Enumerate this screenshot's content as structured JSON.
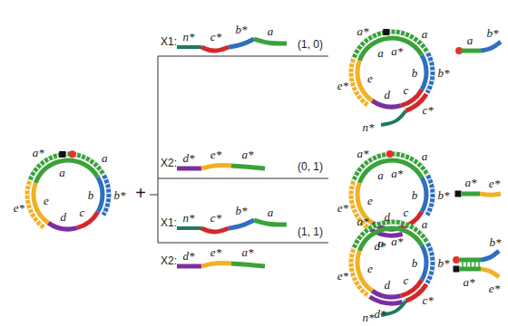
{
  "diagram": {
    "labels": [
      "+",
      "a*",
      "a",
      "a",
      "e*",
      "e",
      "b",
      "b*",
      "d",
      "c",
      "X1:",
      "n*",
      "c*",
      "b*",
      "a",
      "(1, 0)",
      "X2:",
      "d*",
      "e*",
      "a*",
      "(0, 1)",
      "X1:",
      "n*",
      "c*",
      "b*",
      "a",
      "X2:",
      "d*",
      "e*",
      "a*",
      "(1, 1)",
      "a*",
      "a",
      "a",
      "a*",
      "e*",
      "e",
      "b",
      "b*",
      "d",
      "c",
      "c*",
      "n*",
      "a",
      "b*",
      "a*",
      "a",
      "a",
      "a*",
      "e*",
      "e",
      "b",
      "b*",
      "d",
      "c",
      "d*",
      "a*",
      "e*",
      "a*",
      "a",
      "a",
      "a*",
      "e*",
      "e",
      "b",
      "b*",
      "d",
      "c",
      "d*",
      "c*",
      "n*",
      "b*",
      "a*",
      "e*"
    ]
  }
}
